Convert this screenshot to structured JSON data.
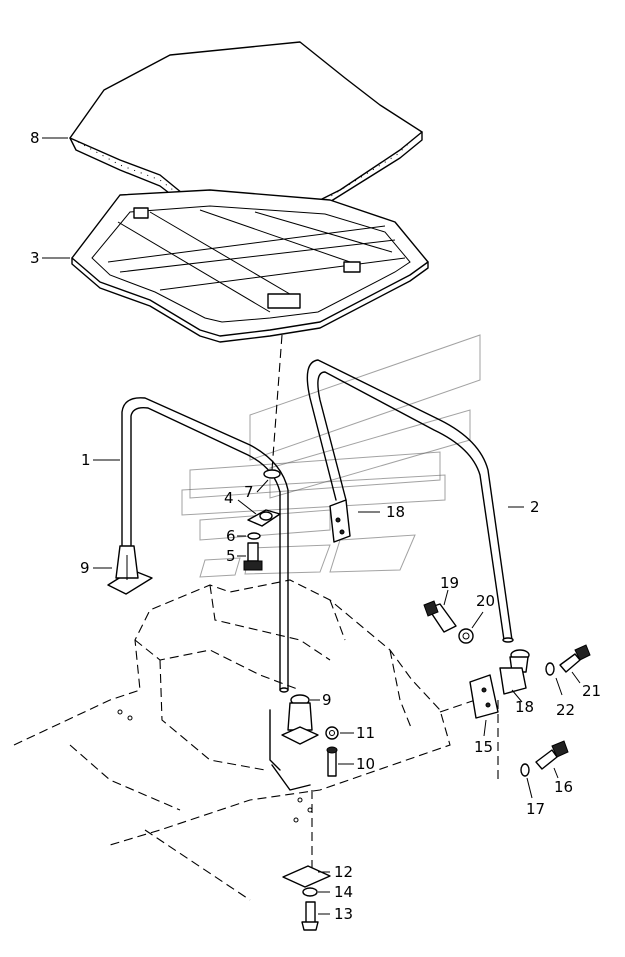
{
  "labels": {
    "p1": "1",
    "p2": "2",
    "p3": "3",
    "p4": "4",
    "p5": "5",
    "p6": "6",
    "p7": "7",
    "p8": "8",
    "p9a": "9",
    "p9b": "9",
    "p10": "10",
    "p11": "11",
    "p12": "12",
    "p13": "13",
    "p14": "14",
    "p15": "15",
    "p16": "16",
    "p17": "17",
    "p18a": "18",
    "p18b": "18",
    "p19": "19",
    "p20": "20",
    "p21": "21",
    "p22": "22"
  }
}
